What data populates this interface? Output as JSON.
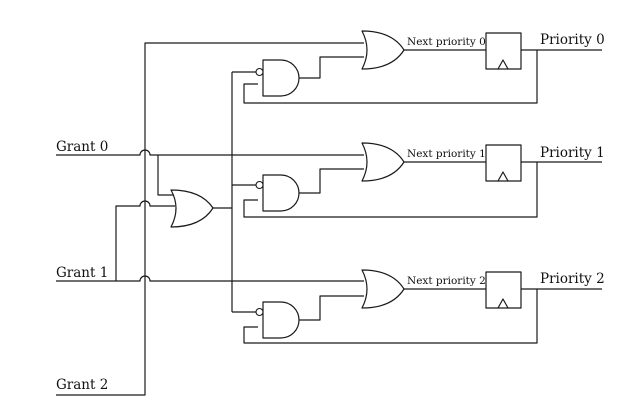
{
  "inputs": {
    "grant_0": "Grant 0",
    "grant_1": "Grant 1",
    "grant_2": "Grant 2"
  },
  "next_priority": {
    "np_0": "Next priority 0",
    "np_1": "Next priority 1",
    "np_2": "Next priority 2"
  },
  "outputs": {
    "priority_0": "Priority 0",
    "priority_1": "Priority 1",
    "priority_2": "Priority 2"
  },
  "colors": {
    "line": "#1a1a1a",
    "background": "#ffffff"
  }
}
